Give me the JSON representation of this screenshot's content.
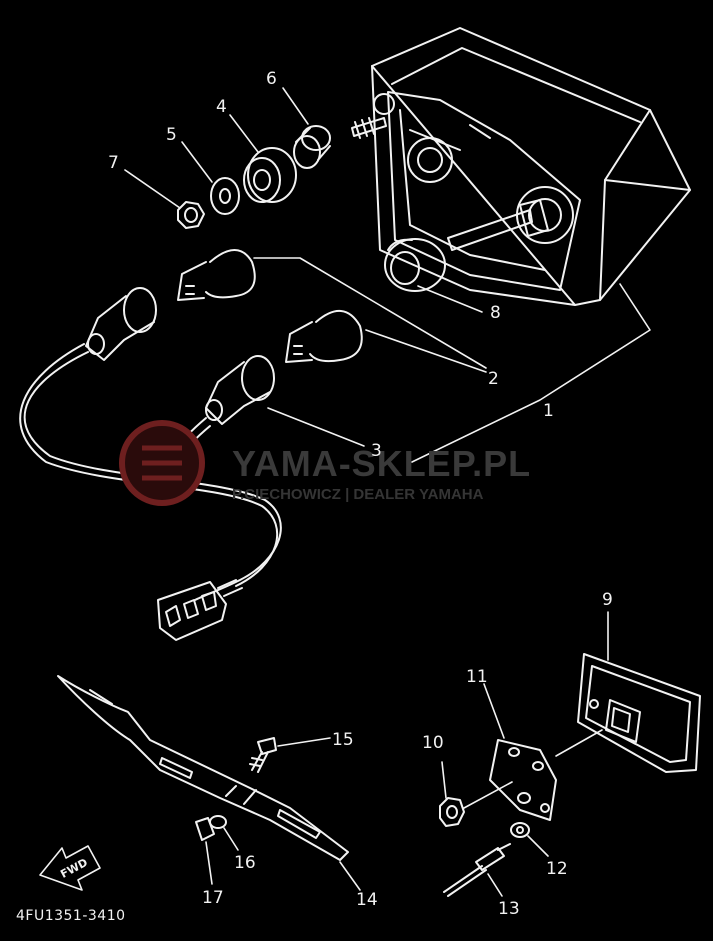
{
  "part_numbers": {
    "p1": "1",
    "p2": "2",
    "p3": "3",
    "p4": "4",
    "p5": "5",
    "p6": "6",
    "p7": "7",
    "p8": "8",
    "p9": "9",
    "p10": "10",
    "p11": "11",
    "p12": "12",
    "p13": "13",
    "p14": "14",
    "p15": "15",
    "p16": "16",
    "p17": "17"
  },
  "watermark": {
    "brand": "YAMA-SKLEP.PL",
    "tagline": "P.CIECHOWICZ | DEALER YAMAHA"
  },
  "diagram_code": "4FU1351-3410",
  "fwd_label": "FWD",
  "colors": {
    "background": "#000000",
    "line": "#f2f2f2",
    "watermark_red": "#6e1f1f"
  }
}
